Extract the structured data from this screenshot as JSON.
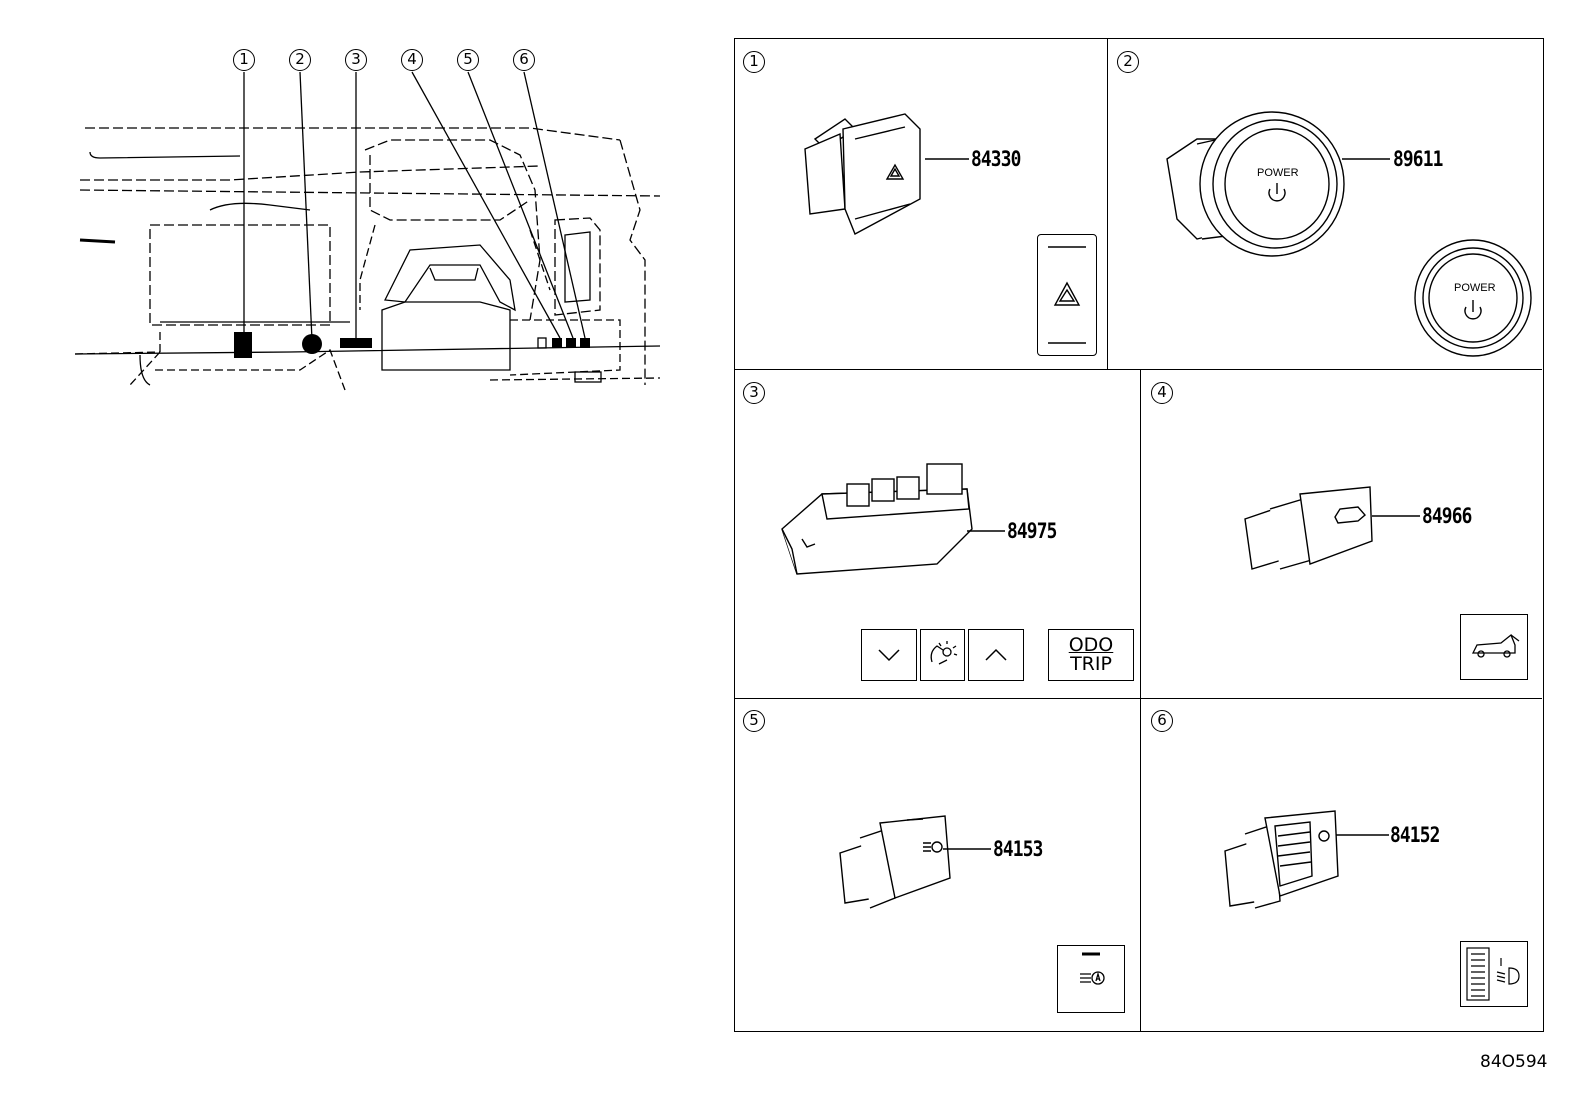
{
  "overview": {
    "callouts": [
      "1",
      "2",
      "3",
      "4",
      "5",
      "6"
    ]
  },
  "panels": [
    {
      "callout": "1",
      "part_number": "84330"
    },
    {
      "callout": "2",
      "part_number": "89611",
      "button_text": "POWER"
    },
    {
      "callout": "3",
      "part_number": "84975",
      "odo_label": "ODO",
      "trip_label": "TRIP"
    },
    {
      "callout": "4",
      "part_number": "84966"
    },
    {
      "callout": "5",
      "part_number": "84153"
    },
    {
      "callout": "6",
      "part_number": "84152"
    }
  ],
  "reference_code": "84O594"
}
